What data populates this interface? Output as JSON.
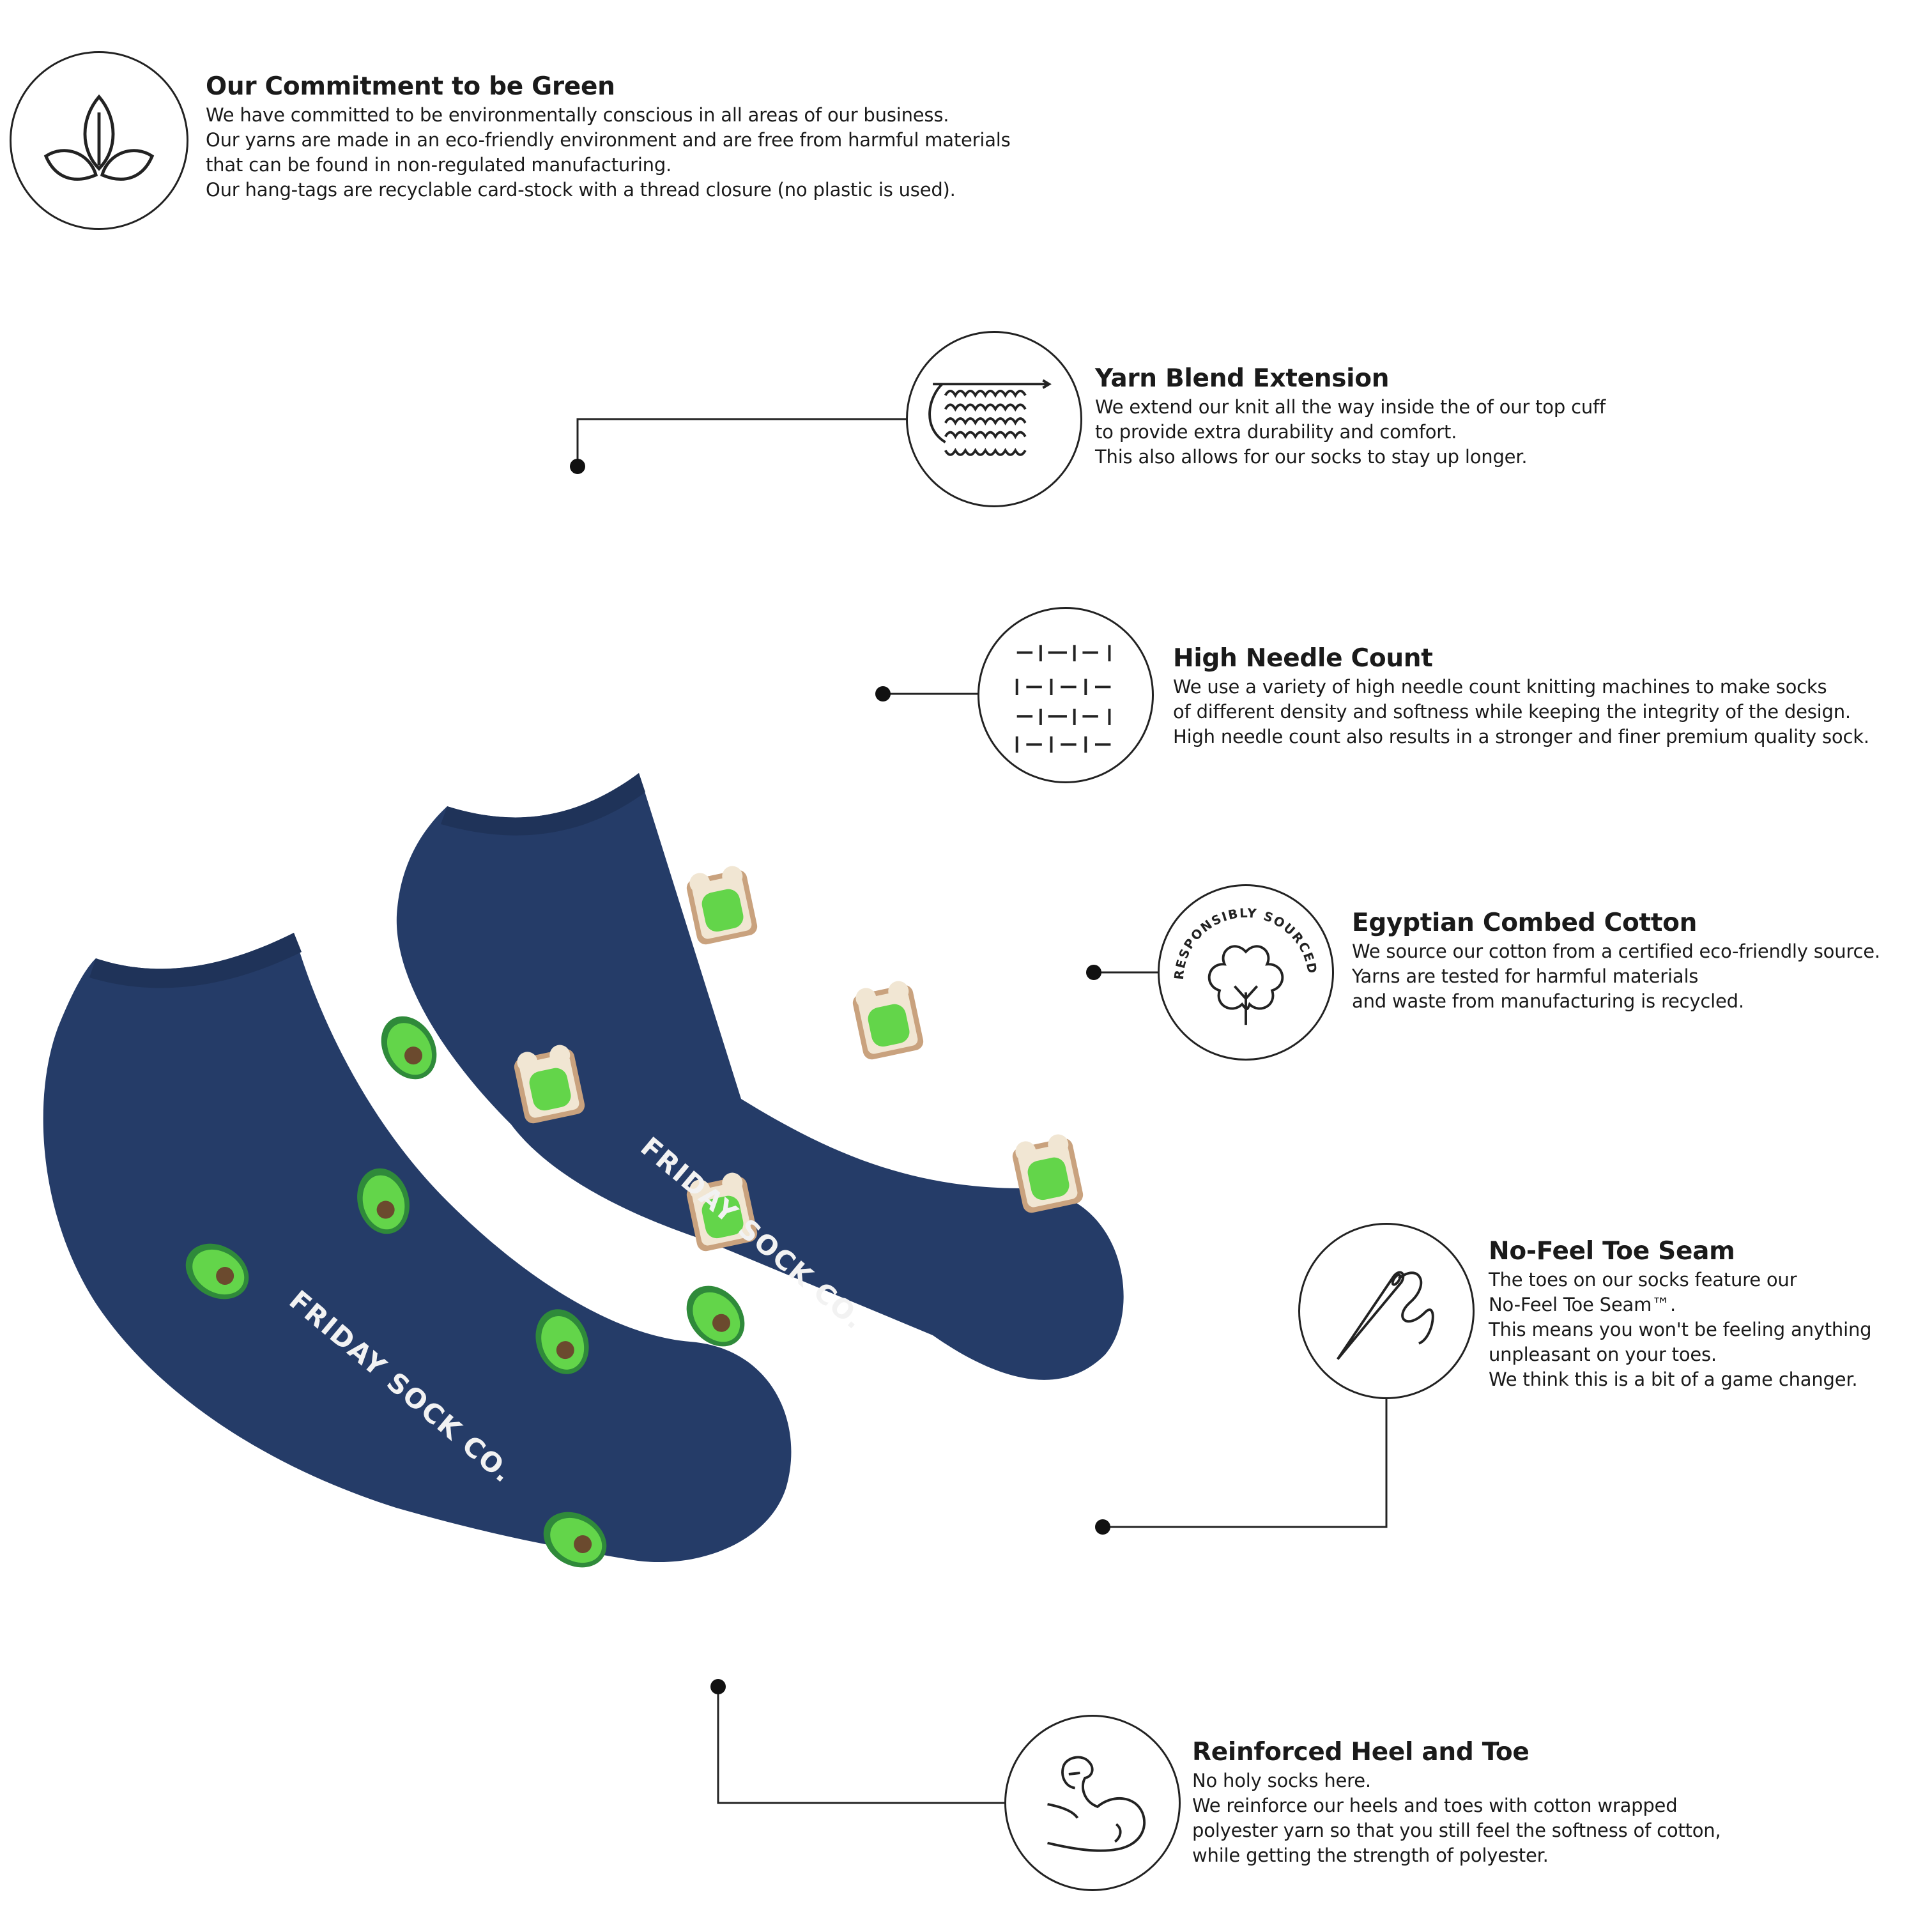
{
  "colors": {
    "sock_navy": "#253c68",
    "avocado_green": "#63d54a",
    "avocado_dark": "#2f8a3a",
    "avocado_pit": "#6b4a2e",
    "toast_crust": "#c9a27e",
    "toast_bread": "#f1e6d3",
    "ink": "#1a1a1a"
  },
  "sock_print": {
    "left": "FRIDAY SOCK CO.",
    "right": "FRIDAY SOCK CO."
  },
  "features": {
    "green": {
      "icon": "leaves-icon",
      "title": "Our Commitment to be Green",
      "lines": [
        "We have committed to be environmentally conscious in all areas of our business.",
        "Our yarns are made in an eco-friendly environment and are free from harmful materials",
        "that can be found in non-regulated manufacturing.",
        "Our hang-tags are recyclable card-stock with a thread closure (no plastic is used)."
      ]
    },
    "yarn": {
      "icon": "knit-stitch-icon",
      "title": "Yarn Blend Extension",
      "lines": [
        "We extend our knit all the way inside the of our top cuff",
        "to provide extra durability and comfort.",
        "This also allows for our socks to stay up longer."
      ]
    },
    "needle": {
      "icon": "needle-grid-icon",
      "title": "High Needle Count",
      "lines": [
        "We use a variety of high needle count knitting machines to make socks",
        "of different density and softness while keeping the integrity of the design.",
        "High needle count also results in a stronger and finer premium quality sock."
      ]
    },
    "cotton": {
      "icon": "cotton-flower-icon",
      "badge_text": "RESPONSIBLY SOURCED COTTON",
      "title": "Egyptian Combed Cotton",
      "lines": [
        "We source our cotton from a certified eco-friendly source.",
        "Yarns are tested for harmful materials",
        "and waste from manufacturing is recycled."
      ]
    },
    "seam": {
      "icon": "needle-thread-icon",
      "title": "No-Feel Toe Seam",
      "lines": [
        "The toes on our socks feature our",
        "No-Feel Toe Seam™.",
        "This means you won't be feeling anything",
        "unpleasant on your toes.",
        "We think this is a bit of a game changer."
      ]
    },
    "heel": {
      "icon": "flexed-arm-icon",
      "title": "Reinforced Heel and Toe",
      "lines": [
        "No holy socks here.",
        "We reinforce our heels and toes with cotton wrapped",
        "polyester yarn so that you still feel the softness of cotton,",
        "while getting the strength of polyester."
      ]
    }
  }
}
